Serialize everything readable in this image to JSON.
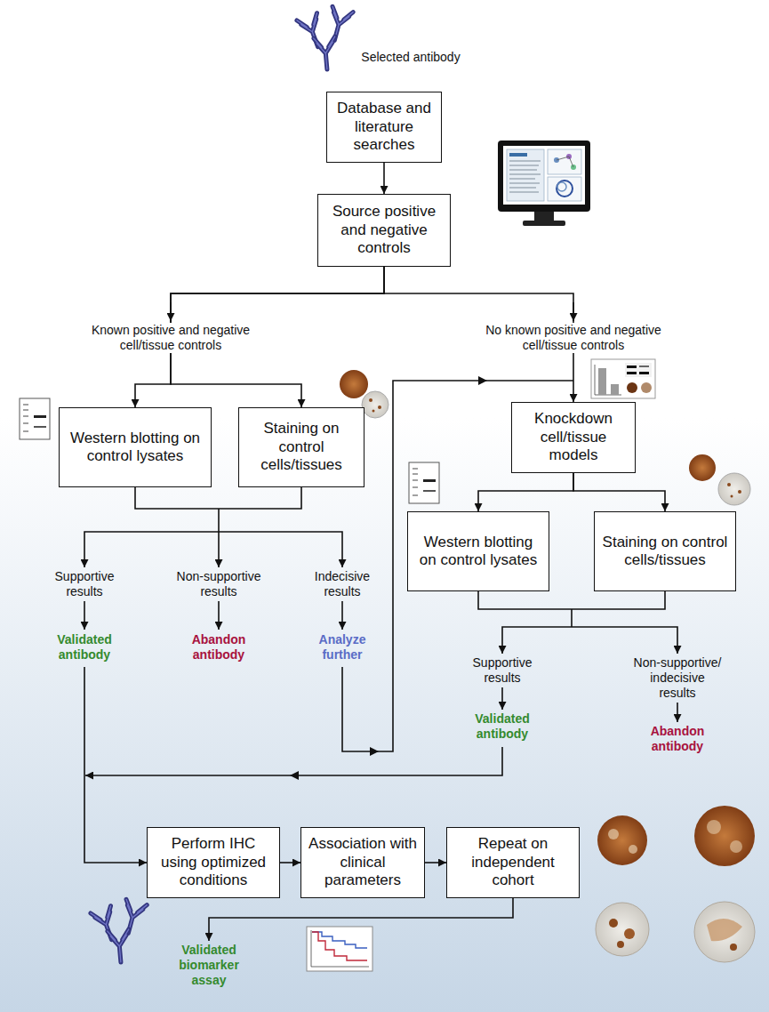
{
  "diagram": {
    "nodes": [
      {
        "text": [
          "Database and literature searches"
        ]
      },
      {
        "text": [
          "Source positive and negative controls"
        ]
      },
      {
        "text": [
          "Western blotting on control lysates"
        ]
      },
      {
        "text": [
          "Staining on control cells/tissues"
        ]
      },
      {
        "text": [
          "Knockdown cell/tissue models"
        ]
      },
      {
        "text": [
          "Western blotting on control lysates"
        ]
      },
      {
        "text": [
          "Staining on control cells/tissues"
        ]
      },
      {
        "text": [
          "Perform IHC using optimized conditions"
        ]
      },
      {
        "text": [
          "Association with clinical parameters"
        ]
      },
      {
        "text": [
          "Repeat on independent cohort"
        ]
      }
    ],
    "edges": [
      {
        "from": 0,
        "to": 1,
        "arrow": "to"
      },
      {
        "from": 1,
        "to": 2,
        "arrow": "to"
      },
      {
        "from": 1,
        "to": 3,
        "arrow": "to"
      },
      {
        "from": 1,
        "to": 4,
        "arrow": "to"
      },
      {
        "from": 4,
        "to": 5,
        "arrow": "to"
      },
      {
        "from": 4,
        "to": 6,
        "arrow": "to"
      },
      {
        "from": 7,
        "to": 8,
        "arrow": "to"
      },
      {
        "from": 8,
        "to": 9,
        "arrow": "to"
      }
    ],
    "labels": [
      "Selected antibody",
      "Known positive and negative cell/tissue controls",
      "No known positive and negative cell/tissue controls",
      "Supportive results",
      "Non-supportive results",
      "Indecisive results",
      "Validated antibody",
      "Abandon antibody",
      "Analyze further",
      "Supportive results",
      "Non-supportive/ indecisive results",
      "Validated antibody",
      "Abandon antibody",
      "Validated biomarker assay"
    ]
  }
}
